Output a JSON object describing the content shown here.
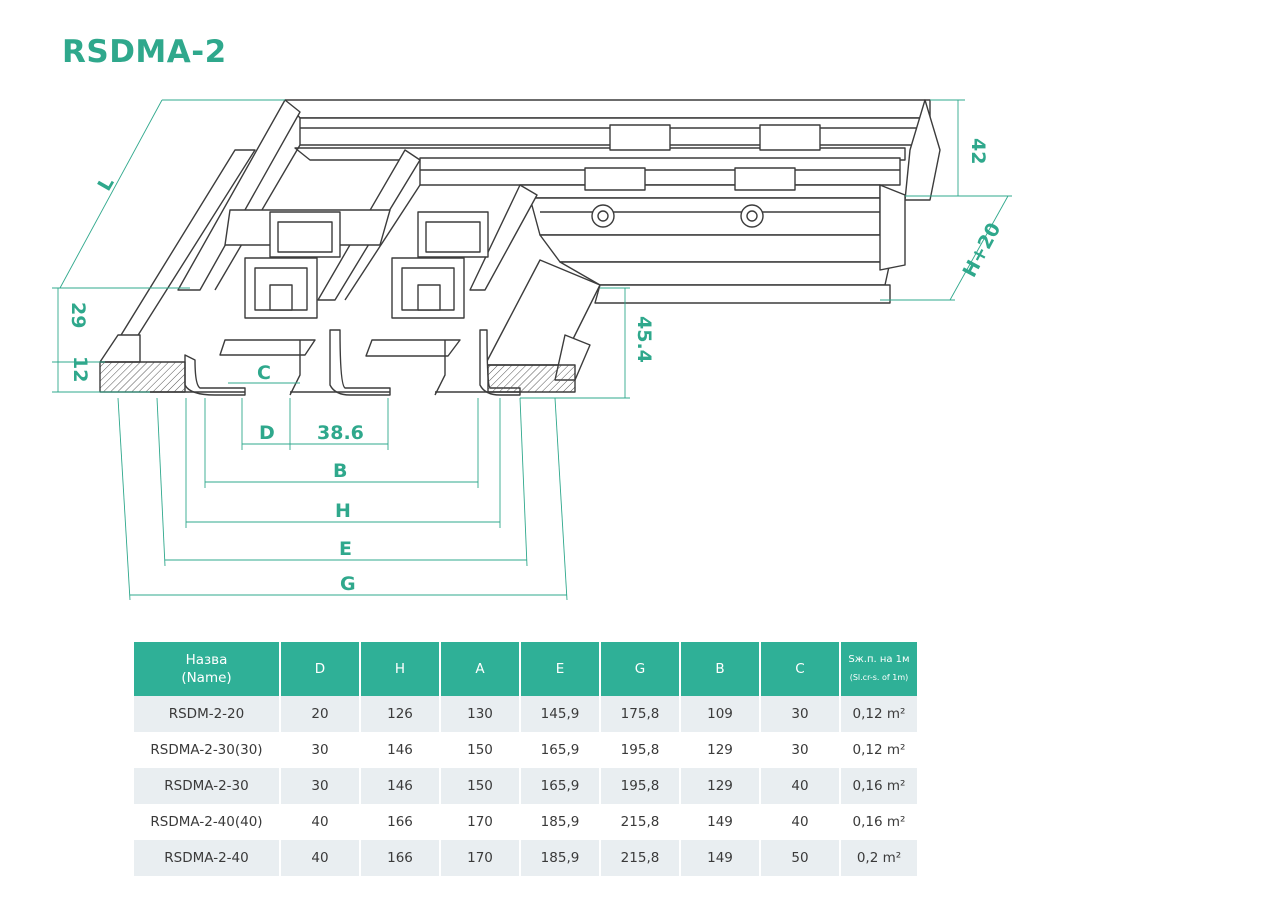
{
  "title": "RSDMA-2",
  "drawing": {
    "dims": {
      "L": "L",
      "d42": "42",
      "h20": "H+20",
      "d29": "29",
      "d12": "12",
      "d454": "45.4",
      "C": "C",
      "D": "D",
      "d386": "38.6",
      "B": "B",
      "H": "H",
      "E": "E",
      "G": "G"
    },
    "accent_color": "#2fa88c",
    "line_color": "#3c3c3c"
  },
  "table": {
    "headers": {
      "name_line1": "Назва",
      "name_line2": "(Name)",
      "D": "D",
      "H": "H",
      "A": "A",
      "E": "E",
      "G": "G",
      "B": "B",
      "C": "C",
      "area_line1": "Sж.п. на 1м",
      "area_line2": "(Sl.cr-s. of 1m)"
    },
    "rows": [
      {
        "name": "RSDM-2-20",
        "D": "20",
        "H": "126",
        "A": "130",
        "E": "145,9",
        "G": "175,8",
        "B": "109",
        "C": "30",
        "S": "0,12 m²"
      },
      {
        "name": "RSDMA-2-30(30)",
        "D": "30",
        "H": "146",
        "A": "150",
        "E": "165,9",
        "G": "195,8",
        "B": "129",
        "C": "30",
        "S": "0,12 m²"
      },
      {
        "name": "RSDMA-2-30",
        "D": "30",
        "H": "146",
        "A": "150",
        "E": "165,9",
        "G": "195,8",
        "B": "129",
        "C": "40",
        "S": "0,16 m²"
      },
      {
        "name": "RSDMA-2-40(40)",
        "D": "40",
        "H": "166",
        "A": "170",
        "E": "185,9",
        "G": "215,8",
        "B": "149",
        "C": "40",
        "S": "0,16 m²"
      },
      {
        "name": "RSDMA-2-40",
        "D": "40",
        "H": "166",
        "A": "170",
        "E": "185,9",
        "G": "215,8",
        "B": "149",
        "C": "50",
        "S": "0,2 m²"
      }
    ]
  }
}
